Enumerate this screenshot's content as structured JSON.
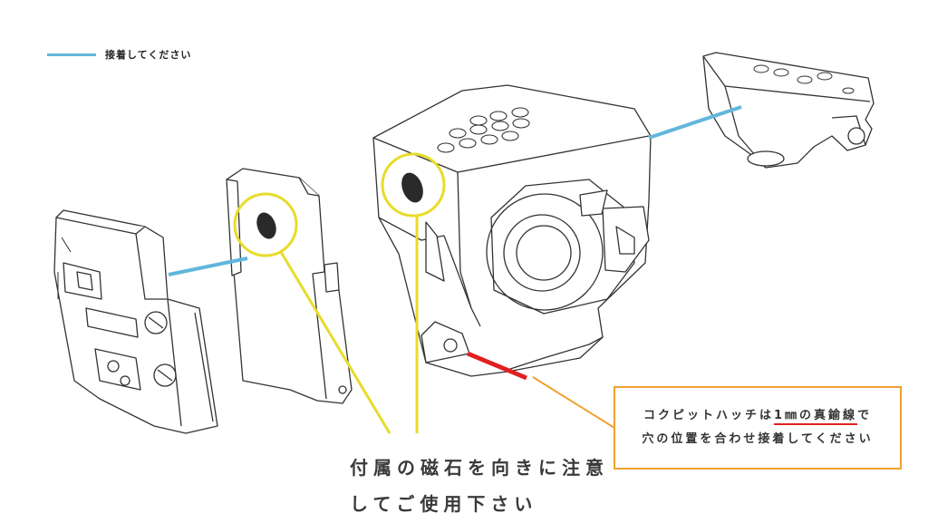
{
  "legend": {
    "label": "接着してください",
    "line_color": "#62b6dc"
  },
  "caption": {
    "line1": "付属の磁石を向きに注意",
    "line2": "してご使用下さい"
  },
  "note": {
    "line1_prefix": "コクピットハッチは",
    "line1_highlight": "1㎜の真鍮線",
    "line1_suffix": "で",
    "line2": "穴の位置を合わせ接着してください",
    "border_color": "#f0a030",
    "highlight_color": "#e02020"
  },
  "colors": {
    "magnet_circle": "#e8dc2a",
    "glue_line": "#62b6dc",
    "wire_marker": "#e02020",
    "leader_line": "#f0a030"
  }
}
